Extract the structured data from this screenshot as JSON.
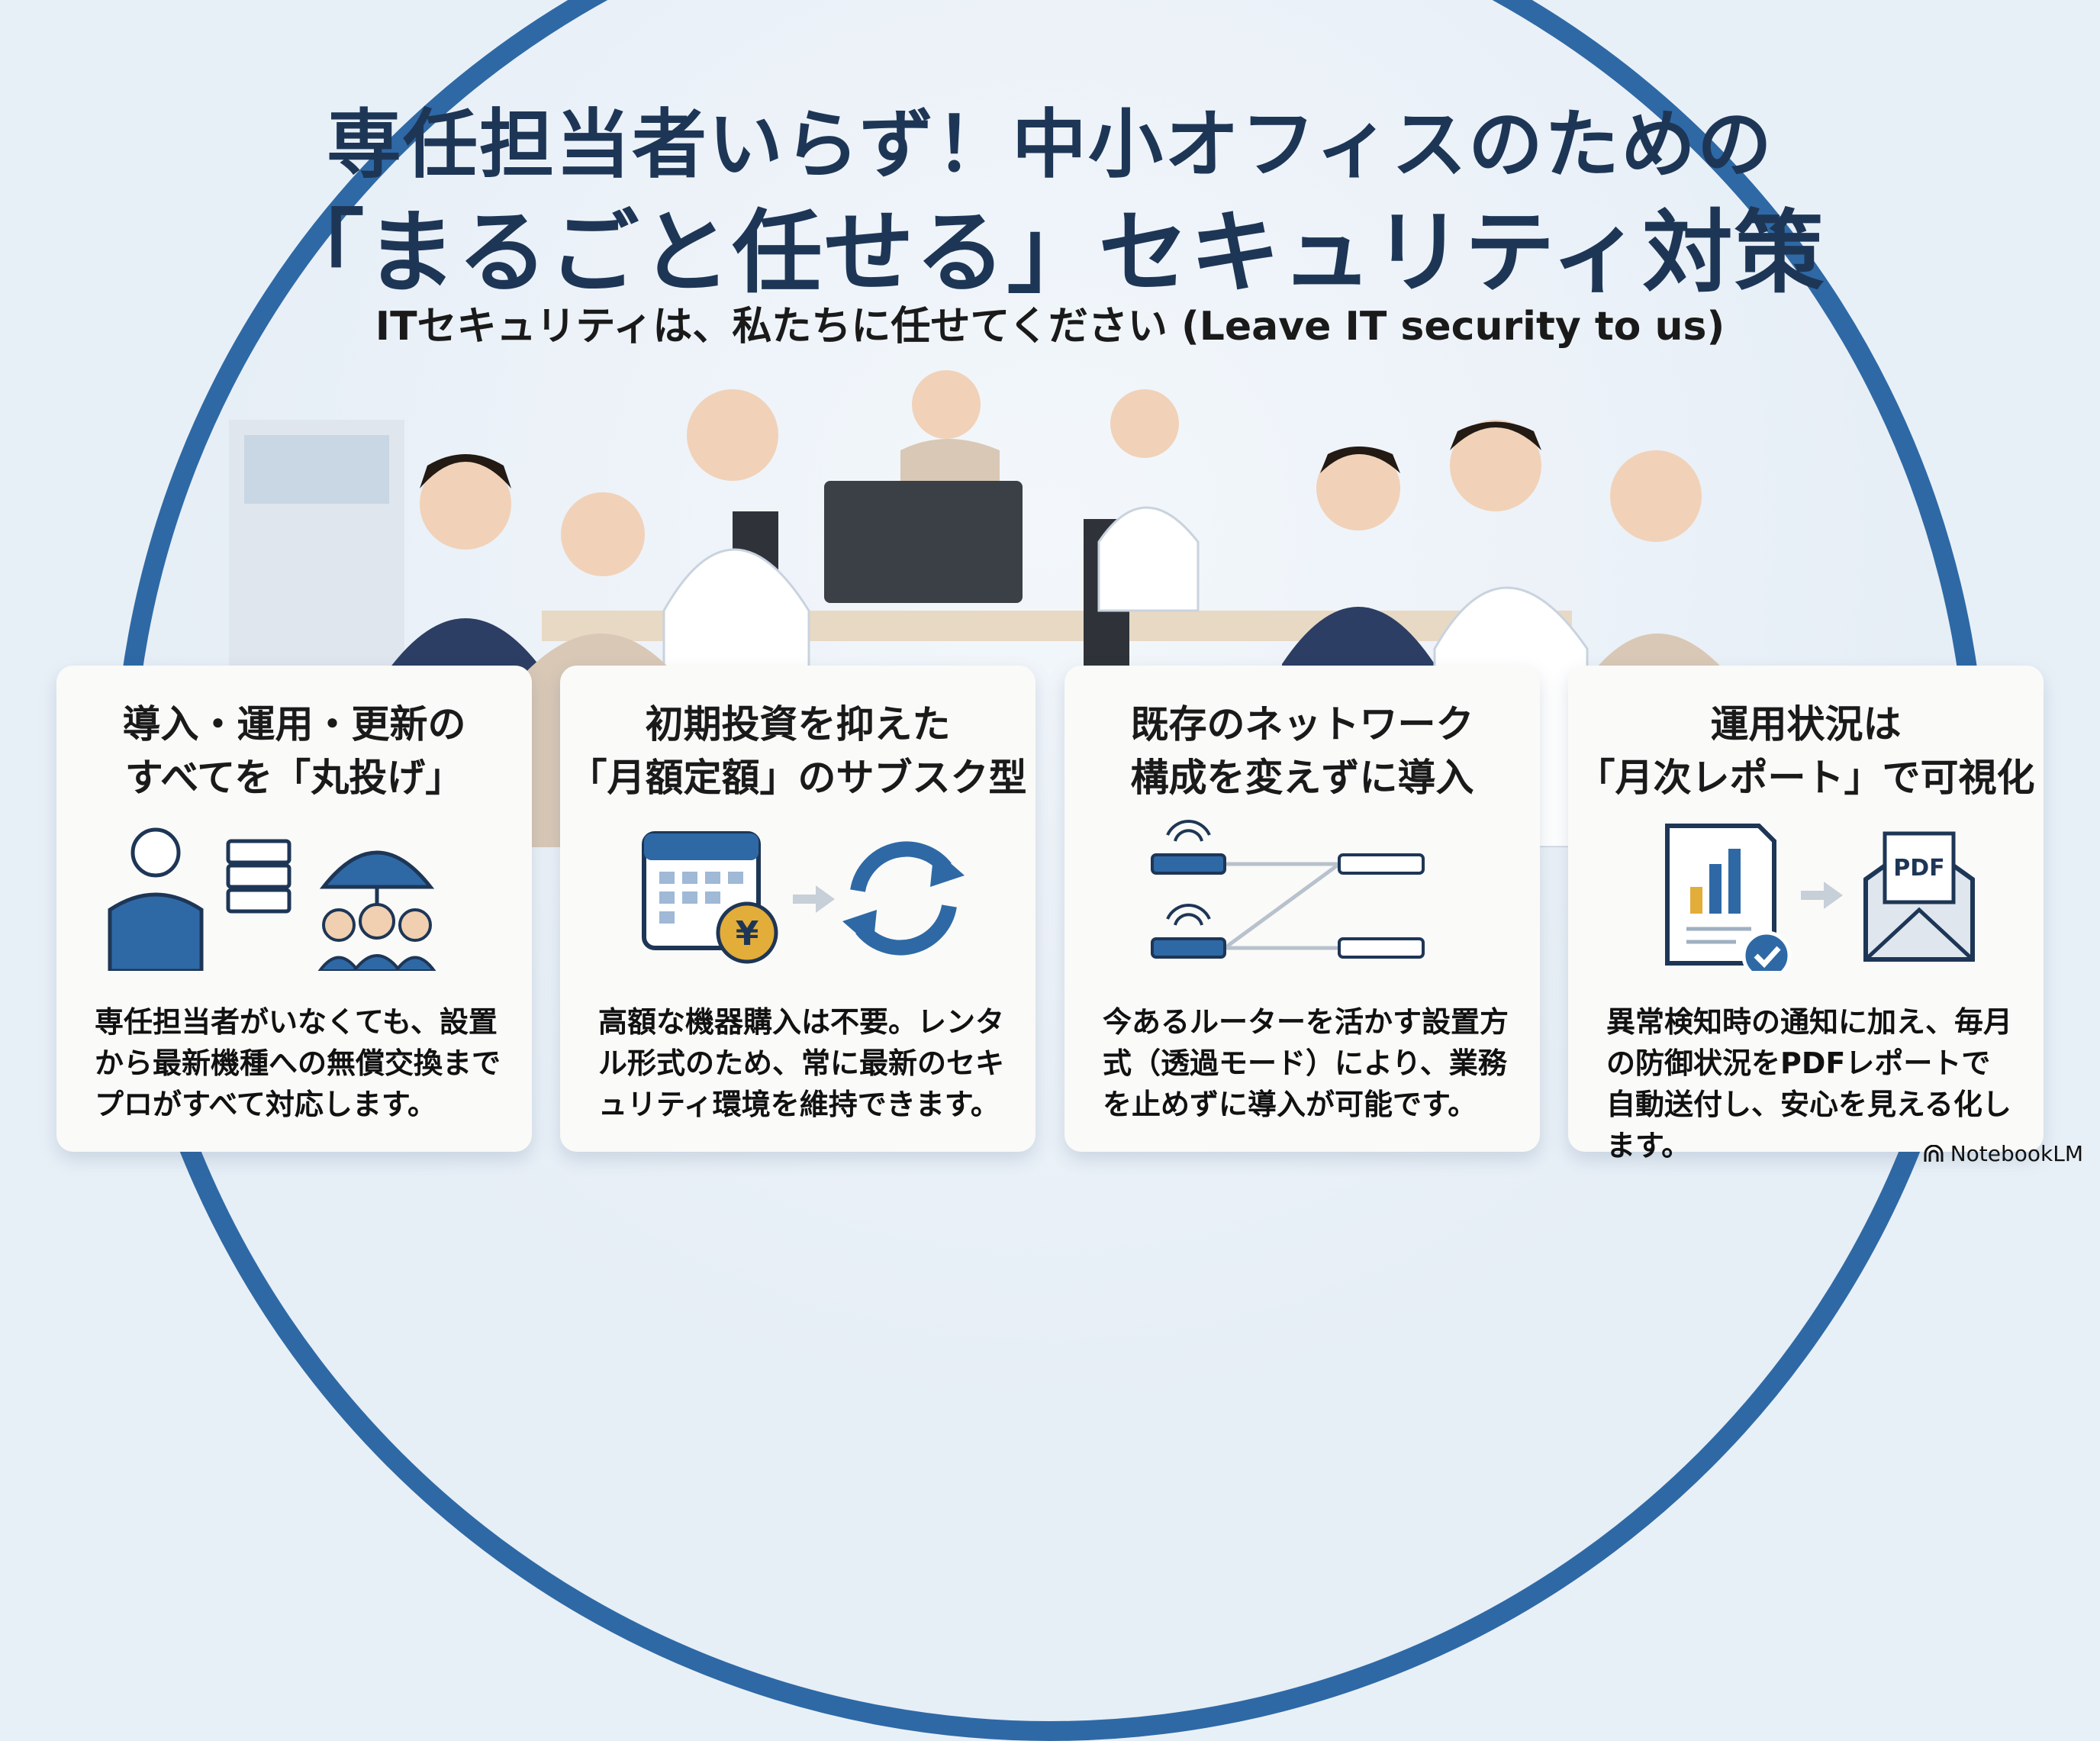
{
  "header": {
    "title_line1": "専任担当者いらず！中小オフィスのための",
    "title_line2": "「まるごと任せる」セキュリティ対策",
    "subtitle": "ITセキュリティは、私たちに任せてください (Leave IT security to us)"
  },
  "cards": [
    {
      "heading1": "導入・運用・更新の",
      "heading2": "すべてを「丸投げ」",
      "body": "専任担当者がいなくても、設置から最新機種への無償交換までプロがすべて対応します。",
      "icon": "outsourcing-icon"
    },
    {
      "heading1": "初期投資を抑えた",
      "heading2": "「月額定額」のサブスク型",
      "body": "高額な機器購入は不要。レンタル形式のため、常に最新のセキュリティ環境を維持できます。",
      "icon": "subscription-icon",
      "currency": "¥"
    },
    {
      "heading1": "既存のネットワーク",
      "heading2": "構成を変えずに導入",
      "body": "今あるルーターを活かす設置方式（透過モード）により、業務を止めずに導入が可能です。",
      "icon": "network-icon"
    },
    {
      "heading1": "運用状況は",
      "heading2": "「月次レポート」で可視化",
      "body": "異常検知時の通知に加え、毎月の防御状況をPDFレポートで自動送付し、安心を見える化します。",
      "icon": "report-icon",
      "pdf_label": "PDF"
    }
  ],
  "watermark": "NotebookLM",
  "colors": {
    "accent": "#2e69a6",
    "title": "#1e3656"
  }
}
